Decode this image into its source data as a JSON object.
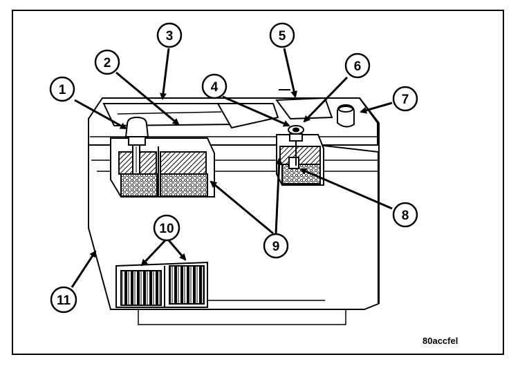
{
  "figure": {
    "code": "80accfel",
    "callouts": [
      {
        "id": "1",
        "label": "1"
      },
      {
        "id": "2",
        "label": "2"
      },
      {
        "id": "3",
        "label": "3"
      },
      {
        "id": "4",
        "label": "4"
      },
      {
        "id": "5",
        "label": "5"
      },
      {
        "id": "6",
        "label": "6"
      },
      {
        "id": "7",
        "label": "7"
      },
      {
        "id": "8",
        "label": "8"
      },
      {
        "id": "9",
        "label": "9"
      },
      {
        "id": "10",
        "label": "10"
      },
      {
        "id": "11",
        "label": "11"
      }
    ]
  }
}
